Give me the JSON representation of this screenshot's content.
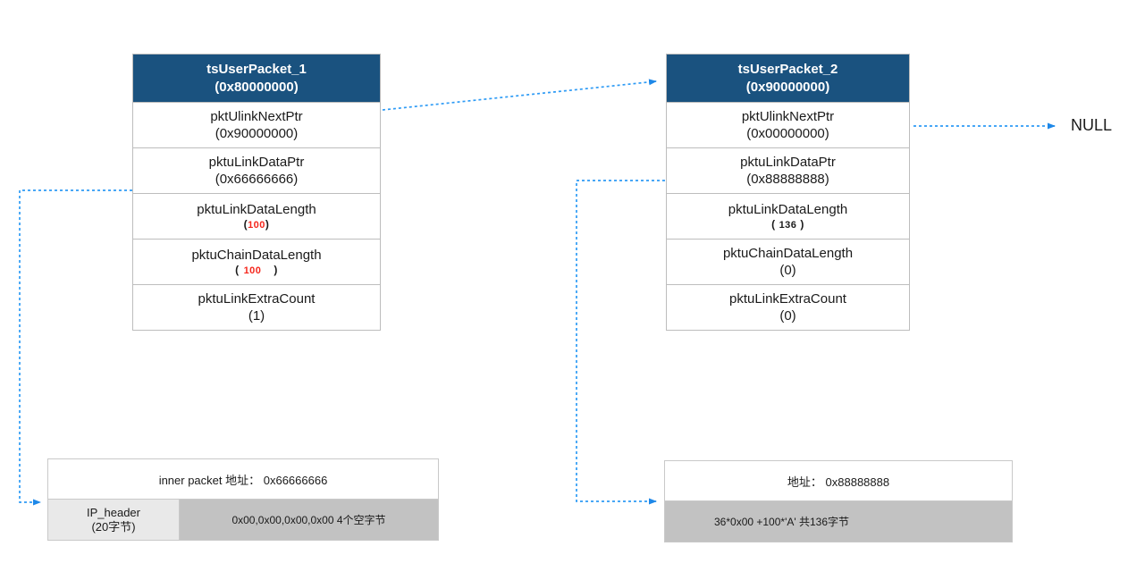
{
  "colors": {
    "header_bg": "#1a527f",
    "header_text": "#ffffff",
    "arrow": "#2e9bf5",
    "arrowhead": "#1e88e8",
    "red_value": "#f5271d",
    "table_border": "#bdbdbd",
    "box_border": "#c9c9c9",
    "cell_light": "#e9e9e9",
    "cell_dark": "#c2c2c2",
    "text": "#1a1a1a"
  },
  "packet1": {
    "title": "tsUserPacket_1",
    "address": "(0x80000000)",
    "rows": [
      {
        "label": "pktUlinkNextPtr",
        "value": "(0x90000000)"
      },
      {
        "label": "pktuLinkDataPtr",
        "value": "(0x66666666)"
      },
      {
        "label": "pktuLinkDataLength",
        "open": "(",
        "num": "100",
        "close": ")"
      },
      {
        "label": "pktuChainDataLength",
        "open": "(",
        "num": "100",
        "close": ")"
      },
      {
        "label": "pktuLinkExtraCount",
        "value": "(1)"
      }
    ]
  },
  "packet2": {
    "title": "tsUserPacket_2",
    "address": "(0x90000000)",
    "rows": [
      {
        "label": "pktUlinkNextPtr",
        "value": "(0x00000000)"
      },
      {
        "label": "pktuLinkDataPtr",
        "value": "(0x88888888)"
      },
      {
        "label": "pktuLinkDataLength",
        "open": "(",
        "num": "136",
        "close": ")"
      },
      {
        "label": "pktuChainDataLength",
        "value": "(0)"
      },
      {
        "label": "pktuLinkExtraCount",
        "value": "(0)"
      }
    ]
  },
  "null_label": "NULL",
  "buffer1": {
    "title": "inner packet 地址： 0x66666666",
    "header_cell": {
      "line1": "IP_header",
      "line2": "(20字节)"
    },
    "data_cell": "0x00,0x00,0x00,0x00 4个空字节"
  },
  "buffer2": {
    "title": "地址： 0x88888888",
    "data_cell": "36*0x00 +100*'A' 共136字节"
  }
}
